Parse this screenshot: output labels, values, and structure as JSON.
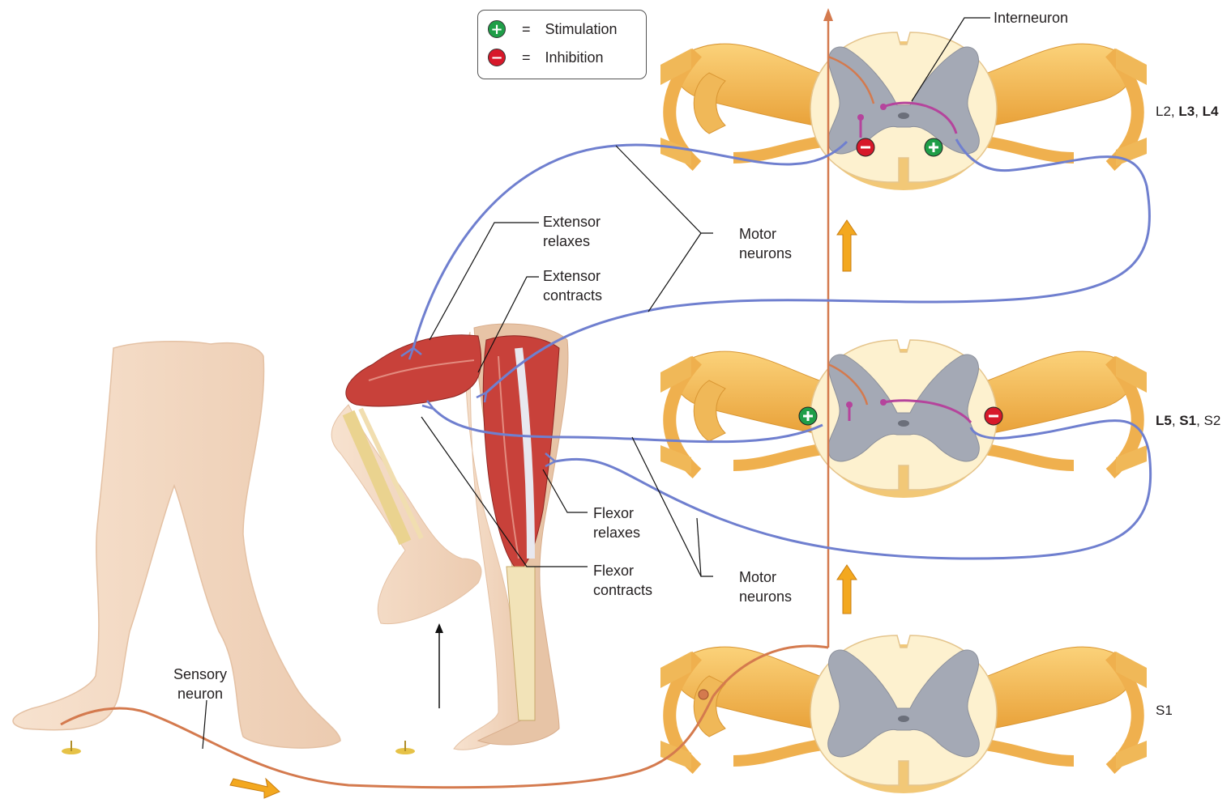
{
  "legend": {
    "stimulation": {
      "symbol": "+",
      "eq": "=",
      "label": "Stimulation",
      "color": "#1f9e48"
    },
    "inhibition": {
      "symbol": "−",
      "eq": "=",
      "label": "Inhibition",
      "color": "#d7182a"
    }
  },
  "labels": {
    "interneuron": "Interneuron",
    "extensor_relaxes": [
      "Extensor",
      "relaxes"
    ],
    "extensor_contracts": [
      "Extensor",
      "contracts"
    ],
    "motor_neurons_top": [
      "Motor",
      "neurons"
    ],
    "motor_neurons_bottom": [
      "Motor",
      "neurons"
    ],
    "flexor_relaxes": [
      "Flexor",
      "relaxes"
    ],
    "flexor_contracts": [
      "Flexor",
      "contracts"
    ],
    "sensory_neuron": [
      "Sensory",
      "neuron"
    ]
  },
  "levels": {
    "top": [
      {
        "t": "L2",
        "b": false
      },
      {
        "t": ", ",
        "b": false
      },
      {
        "t": "L3",
        "b": true
      },
      {
        "t": ", ",
        "b": false
      },
      {
        "t": "L4",
        "b": true
      }
    ],
    "middle": [
      {
        "t": "L5",
        "b": true
      },
      {
        "t": ", ",
        "b": false
      },
      {
        "t": "S1",
        "b": true
      },
      {
        "t": ", ",
        "b": false
      },
      {
        "t": "S2",
        "b": false
      }
    ],
    "bottom": [
      {
        "t": "S1",
        "b": false
      }
    ]
  },
  "colors": {
    "motor_neuron": "#6f7fcf",
    "sensory_neuron": "#d47a4e",
    "interneuron": "#b5449c",
    "white_matter": "#fdf1cf",
    "gray_matter": "#a4a9b5",
    "nerve": "#f2b74a",
    "muscle": "#c8413a",
    "skin": "#f3d6bd",
    "arrow": "#f3a81f"
  }
}
